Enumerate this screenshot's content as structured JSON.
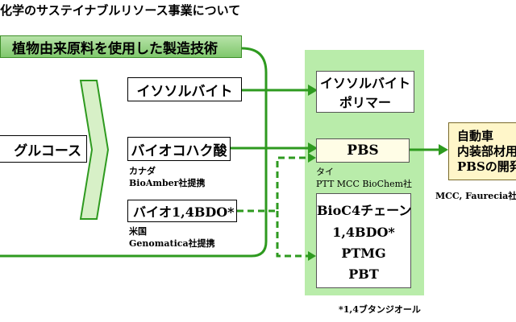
{
  "title": "化学のサステイナブルリソース事業について",
  "banner": "植物由来原料を使用した製造技術",
  "source": {
    "glucose": "グルコース"
  },
  "intermediates": {
    "isosorbide": "イソソルバイト",
    "bio_acid": "バイオコハク酸",
    "bio_acid_note_1": "カナダ",
    "bio_acid_note_2": "BioAmber社提携",
    "bio_bdo": "バイオ1,4BDO*",
    "bio_bdo_note_1": "米国",
    "bio_bdo_note_2": "Genomatica社提携"
  },
  "products": {
    "isosorbide_polymer_1": "イソソルバイト",
    "isosorbide_polymer_2": "ポリマー",
    "pbs": "PBS",
    "pbs_note_1": "タイ",
    "pbs_note_2": "PTT MCC BioChem社",
    "bioc4_1": "BioC4チェーン",
    "bioc4_2": "1,4BDO*",
    "bioc4_3": "PTMG",
    "bioc4_4": "PBT"
  },
  "application": {
    "line1": "自動車",
    "line2": "内装部材用",
    "line3": "PBSの開発",
    "note": "MCC, Faurecia社提携"
  },
  "footnote": "*1,4ブタンジオール",
  "colors": {
    "arrow": "#2e9a1f",
    "panel": "#b9ecaa",
    "banner": "#8fd27c"
  }
}
